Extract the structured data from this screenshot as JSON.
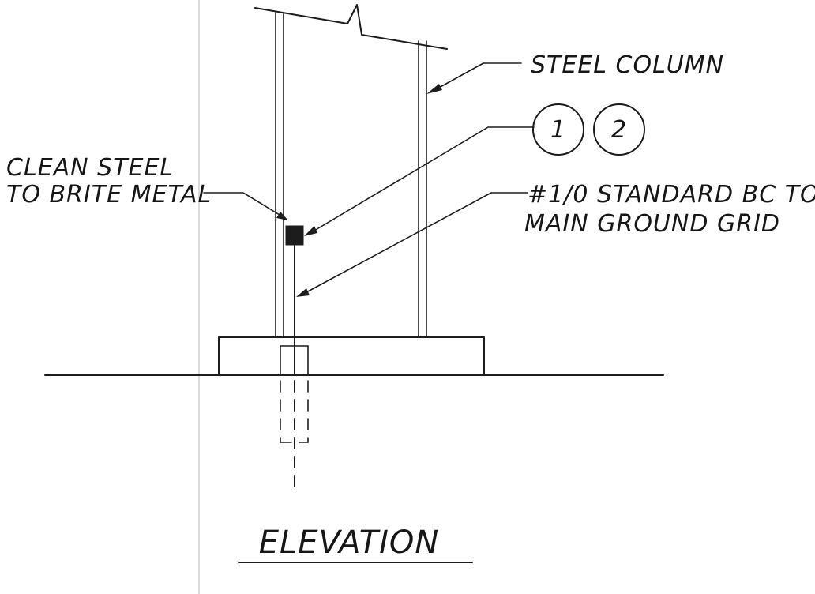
{
  "labels": {
    "steel_column": "STEEL COLUMN",
    "clean_steel_line1": "CLEAN STEEL",
    "clean_steel_line2": "TO BRITE METAL",
    "conductor_line1": "#1/0 STANDARD BC TO",
    "conductor_line2": "MAIN GROUND GRID",
    "title": "ELEVATION"
  },
  "detail_tags": [
    "1",
    "2"
  ],
  "colors": {
    "ink": "#1c1c1c",
    "paper": "#ffffff",
    "crease": "#b9b9b9"
  }
}
